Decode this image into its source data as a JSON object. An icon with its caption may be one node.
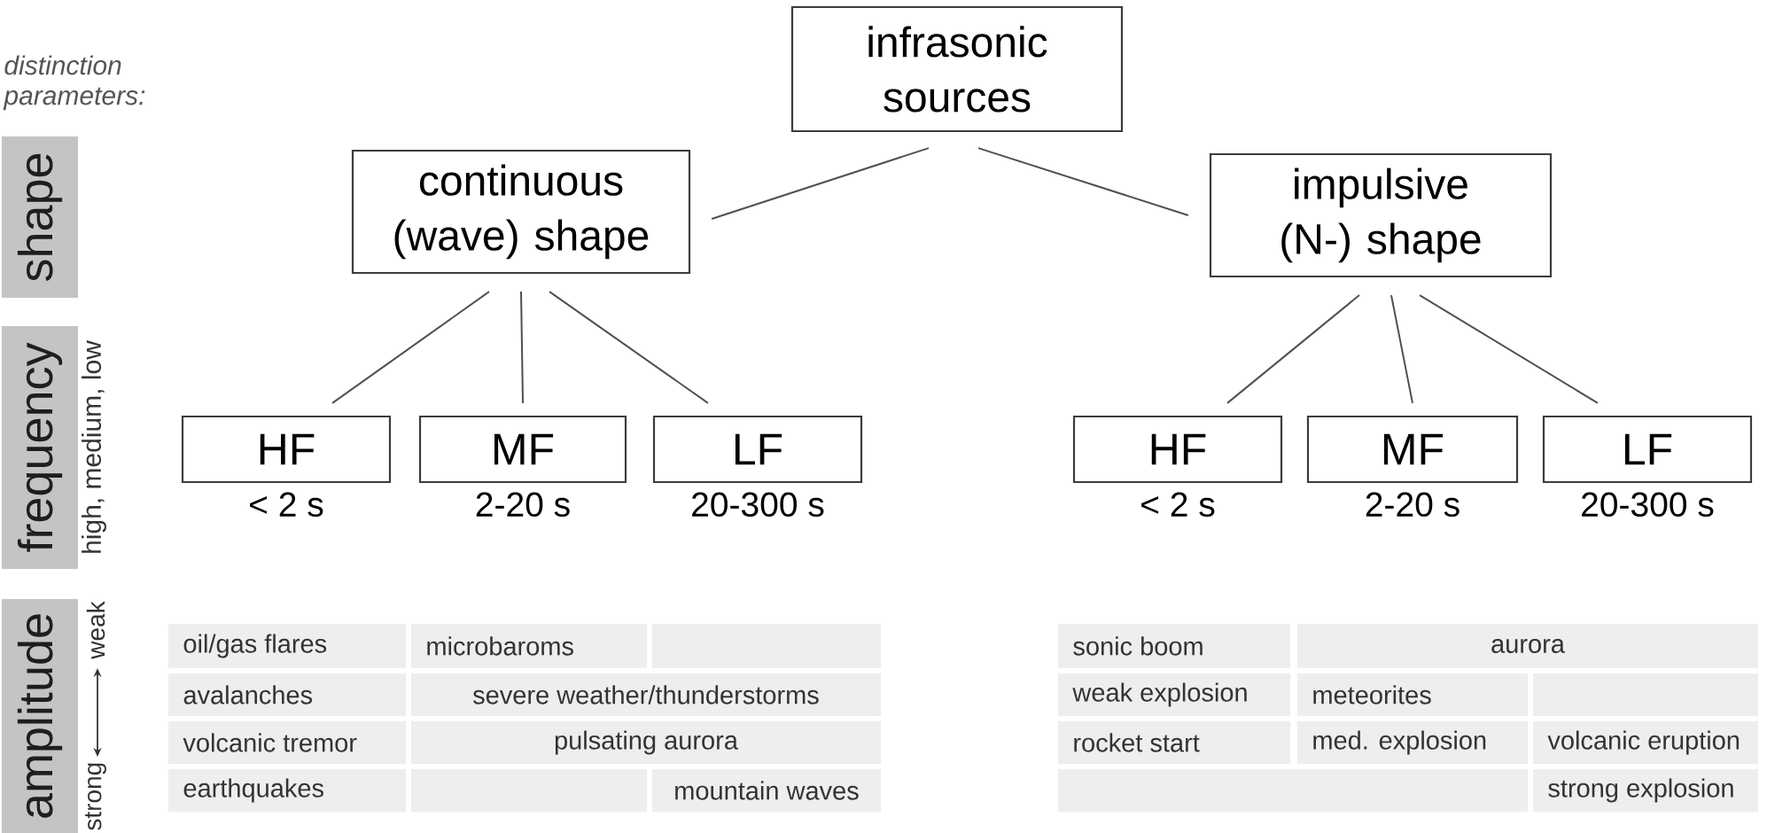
{
  "diagram": {
    "nodes": [
      {
        "text": [
          "infrasonic sources"
        ]
      },
      {
        "text": [
          "continuous (wave) shape"
        ]
      },
      {
        "text": [
          "impulsive (N-) shape"
        ]
      },
      {
        "text": [
          "HF"
        ],
        "beside": [
          "< 2 s"
        ]
      },
      {
        "text": [
          "MF"
        ],
        "beside": [
          "2-20 s"
        ]
      },
      {
        "text": [
          "LF"
        ],
        "beside": [
          "20-300 s"
        ]
      },
      {
        "text": [
          "HF"
        ],
        "beside": [
          "< 2 s"
        ]
      },
      {
        "text": [
          "MF"
        ],
        "beside": [
          "2-20 s"
        ]
      },
      {
        "text": [
          "LF"
        ],
        "beside": [
          "20-300 s"
        ]
      },
      {
        "text": [
          "shape"
        ]
      },
      {
        "text": [
          "frequency"
        ],
        "beside": [
          "high, medium, low"
        ]
      },
      {
        "text": [
          "amplitude"
        ],
        "beside": [
          "weak",
          "strong"
        ]
      }
    ],
    "edges": [
      {
        "from": 0,
        "to": 1,
        "arrow": "none"
      },
      {
        "from": 0,
        "to": 2,
        "arrow": "none"
      },
      {
        "from": 1,
        "to": 3,
        "arrow": "none"
      },
      {
        "from": 1,
        "to": 4,
        "arrow": "none"
      },
      {
        "from": 1,
        "to": 5,
        "arrow": "none"
      },
      {
        "from": 2,
        "to": 6,
        "arrow": "none"
      },
      {
        "from": 2,
        "to": 7,
        "arrow": "none"
      },
      {
        "from": 2,
        "to": 8,
        "arrow": "none"
      }
    ],
    "labels": [
      "distinction parameters:",
      "oil/gas flares",
      "microbaroms",
      "avalanches",
      "severe weather/thunderstorms",
      "volcanic tremor",
      "pulsating aurora",
      "earthquakes",
      "mountain waves",
      "sonic boom",
      "aurora",
      "weak explosion",
      "meteorites",
      "rocket start",
      "med. explosion",
      "volcanic eruption",
      "strong explosion"
    ]
  }
}
